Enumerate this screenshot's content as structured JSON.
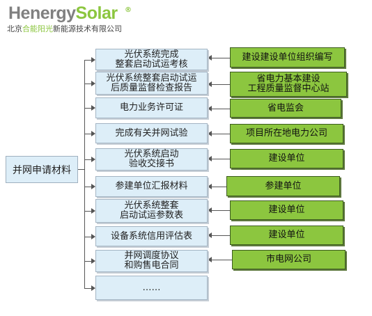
{
  "logo": {
    "brand_part1": "Henergy",
    "brand_part2": "Solar",
    "registered": "®",
    "company_part1": "北京",
    "company_part2": "合能阳光",
    "company_part3": "新能源技术有限公司"
  },
  "root": {
    "label": "并网申请材料"
  },
  "materials": [
    {
      "label": "光伏系统完成\n整套启动试运考核",
      "issuer": "建设建设单位组织编写"
    },
    {
      "label": "光伏系统整套启动试运\n后质量监督检查报告",
      "issuer": "省电力基本建设\n工程质量监督中心站"
    },
    {
      "label": "电力业务许可证",
      "issuer": "省电监会"
    },
    {
      "label": "完成有关并网试验",
      "issuer": "项目所在地电力公司"
    },
    {
      "label": "光伏系统启动\n验收交接书",
      "issuer": "建设单位"
    },
    {
      "label": "参建单位汇报材料",
      "issuer": "参建单位"
    },
    {
      "label": "光伏系统整套\n启动试运参数表",
      "issuer": "建设单位"
    },
    {
      "label": "设备系统信用评估表",
      "issuer": "建设单位"
    },
    {
      "label": "并网调度协议\n和购售电合同",
      "issuer": "市电网公司"
    },
    {
      "label": "……",
      "issuer": ""
    }
  ],
  "colors": {
    "logo_grey": "#808080",
    "logo_green": "#8cc63f",
    "material_box_fill": "#ddeef8",
    "issuer_box_fill": "#8cc63f",
    "connector": "#555555"
  }
}
